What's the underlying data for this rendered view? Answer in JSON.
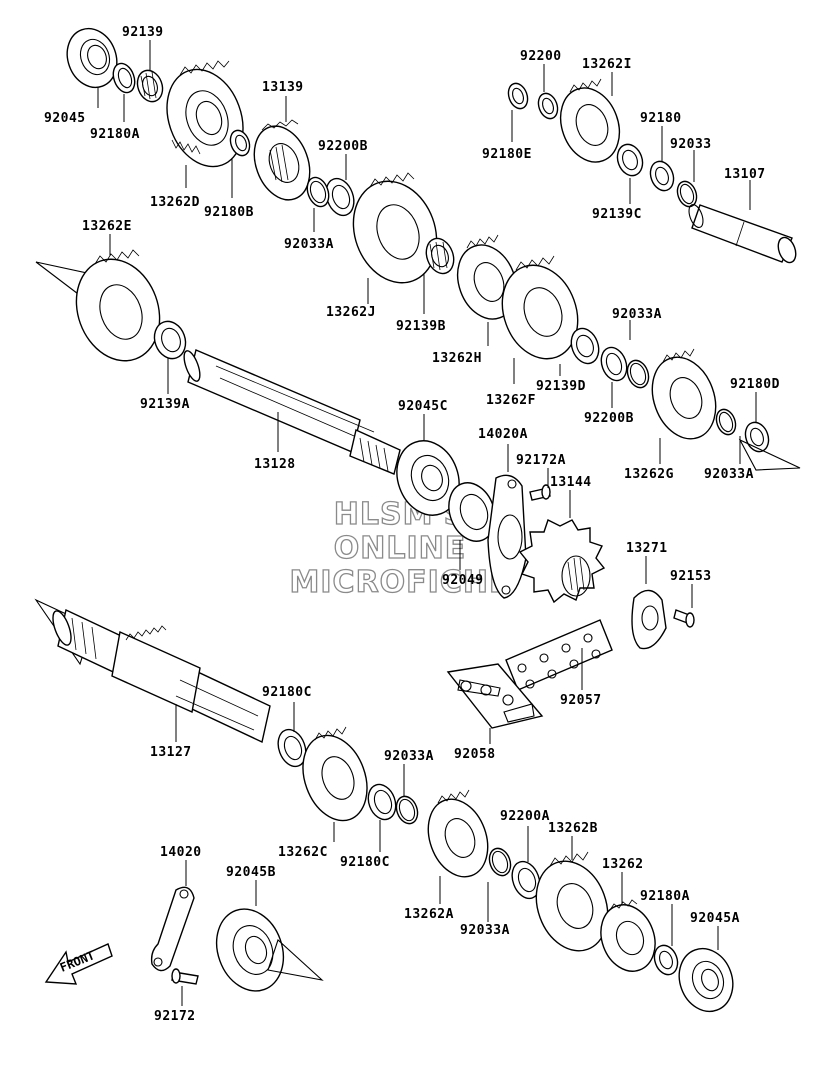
{
  "watermark": {
    "line1": "HLSM'S",
    "line2": "ONLINE",
    "line3": "MICROFICHE"
  },
  "front_label": "FRONT",
  "parts": [
    {
      "id": "92139"
    },
    {
      "id": "92045"
    },
    {
      "id": "92180A"
    },
    {
      "id": "13262D"
    },
    {
      "id": "13139"
    },
    {
      "id": "92180B"
    },
    {
      "id": "92200B"
    },
    {
      "id": "92033A"
    },
    {
      "id": "13262J"
    },
    {
      "id": "92200"
    },
    {
      "id": "13262I"
    },
    {
      "id": "92180E"
    },
    {
      "id": "92180"
    },
    {
      "id": "92033"
    },
    {
      "id": "13107"
    },
    {
      "id": "92139C"
    },
    {
      "id": "13262E"
    },
    {
      "id": "92139B"
    },
    {
      "id": "13262H"
    },
    {
      "id": "92033A"
    },
    {
      "id": "92139D"
    },
    {
      "id": "13262F"
    },
    {
      "id": "92200B"
    },
    {
      "id": "92180D"
    },
    {
      "id": "13262G"
    },
    {
      "id": "92033A"
    },
    {
      "id": "92139A"
    },
    {
      "id": "92045C"
    },
    {
      "id": "13128"
    },
    {
      "id": "14020A"
    },
    {
      "id": "92172A"
    },
    {
      "id": "13144"
    },
    {
      "id": "92049"
    },
    {
      "id": "13271"
    },
    {
      "id": "92153"
    },
    {
      "id": "92057"
    },
    {
      "id": "92058"
    },
    {
      "id": "13127"
    },
    {
      "id": "92180C"
    },
    {
      "id": "92033A"
    },
    {
      "id": "13262C"
    },
    {
      "id": "92180C"
    },
    {
      "id": "92200A"
    },
    {
      "id": "13262B"
    },
    {
      "id": "13262A"
    },
    {
      "id": "92033A"
    },
    {
      "id": "13262"
    },
    {
      "id": "14020"
    },
    {
      "id": "92045B"
    },
    {
      "id": "92180A"
    },
    {
      "id": "92045A"
    },
    {
      "id": "92172"
    }
  ]
}
